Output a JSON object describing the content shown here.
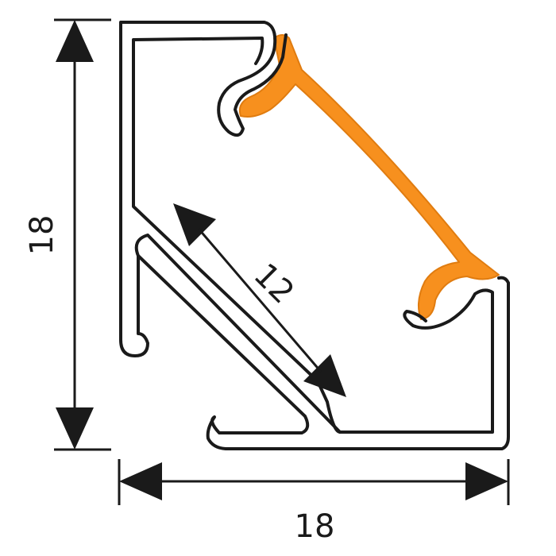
{
  "dimensions": {
    "height_label": "18",
    "width_label": "18",
    "diagonal_label": "12"
  },
  "colors": {
    "line": "#1a1a1a",
    "diffuser": "#f7901e",
    "background": "#ffffff"
  }
}
